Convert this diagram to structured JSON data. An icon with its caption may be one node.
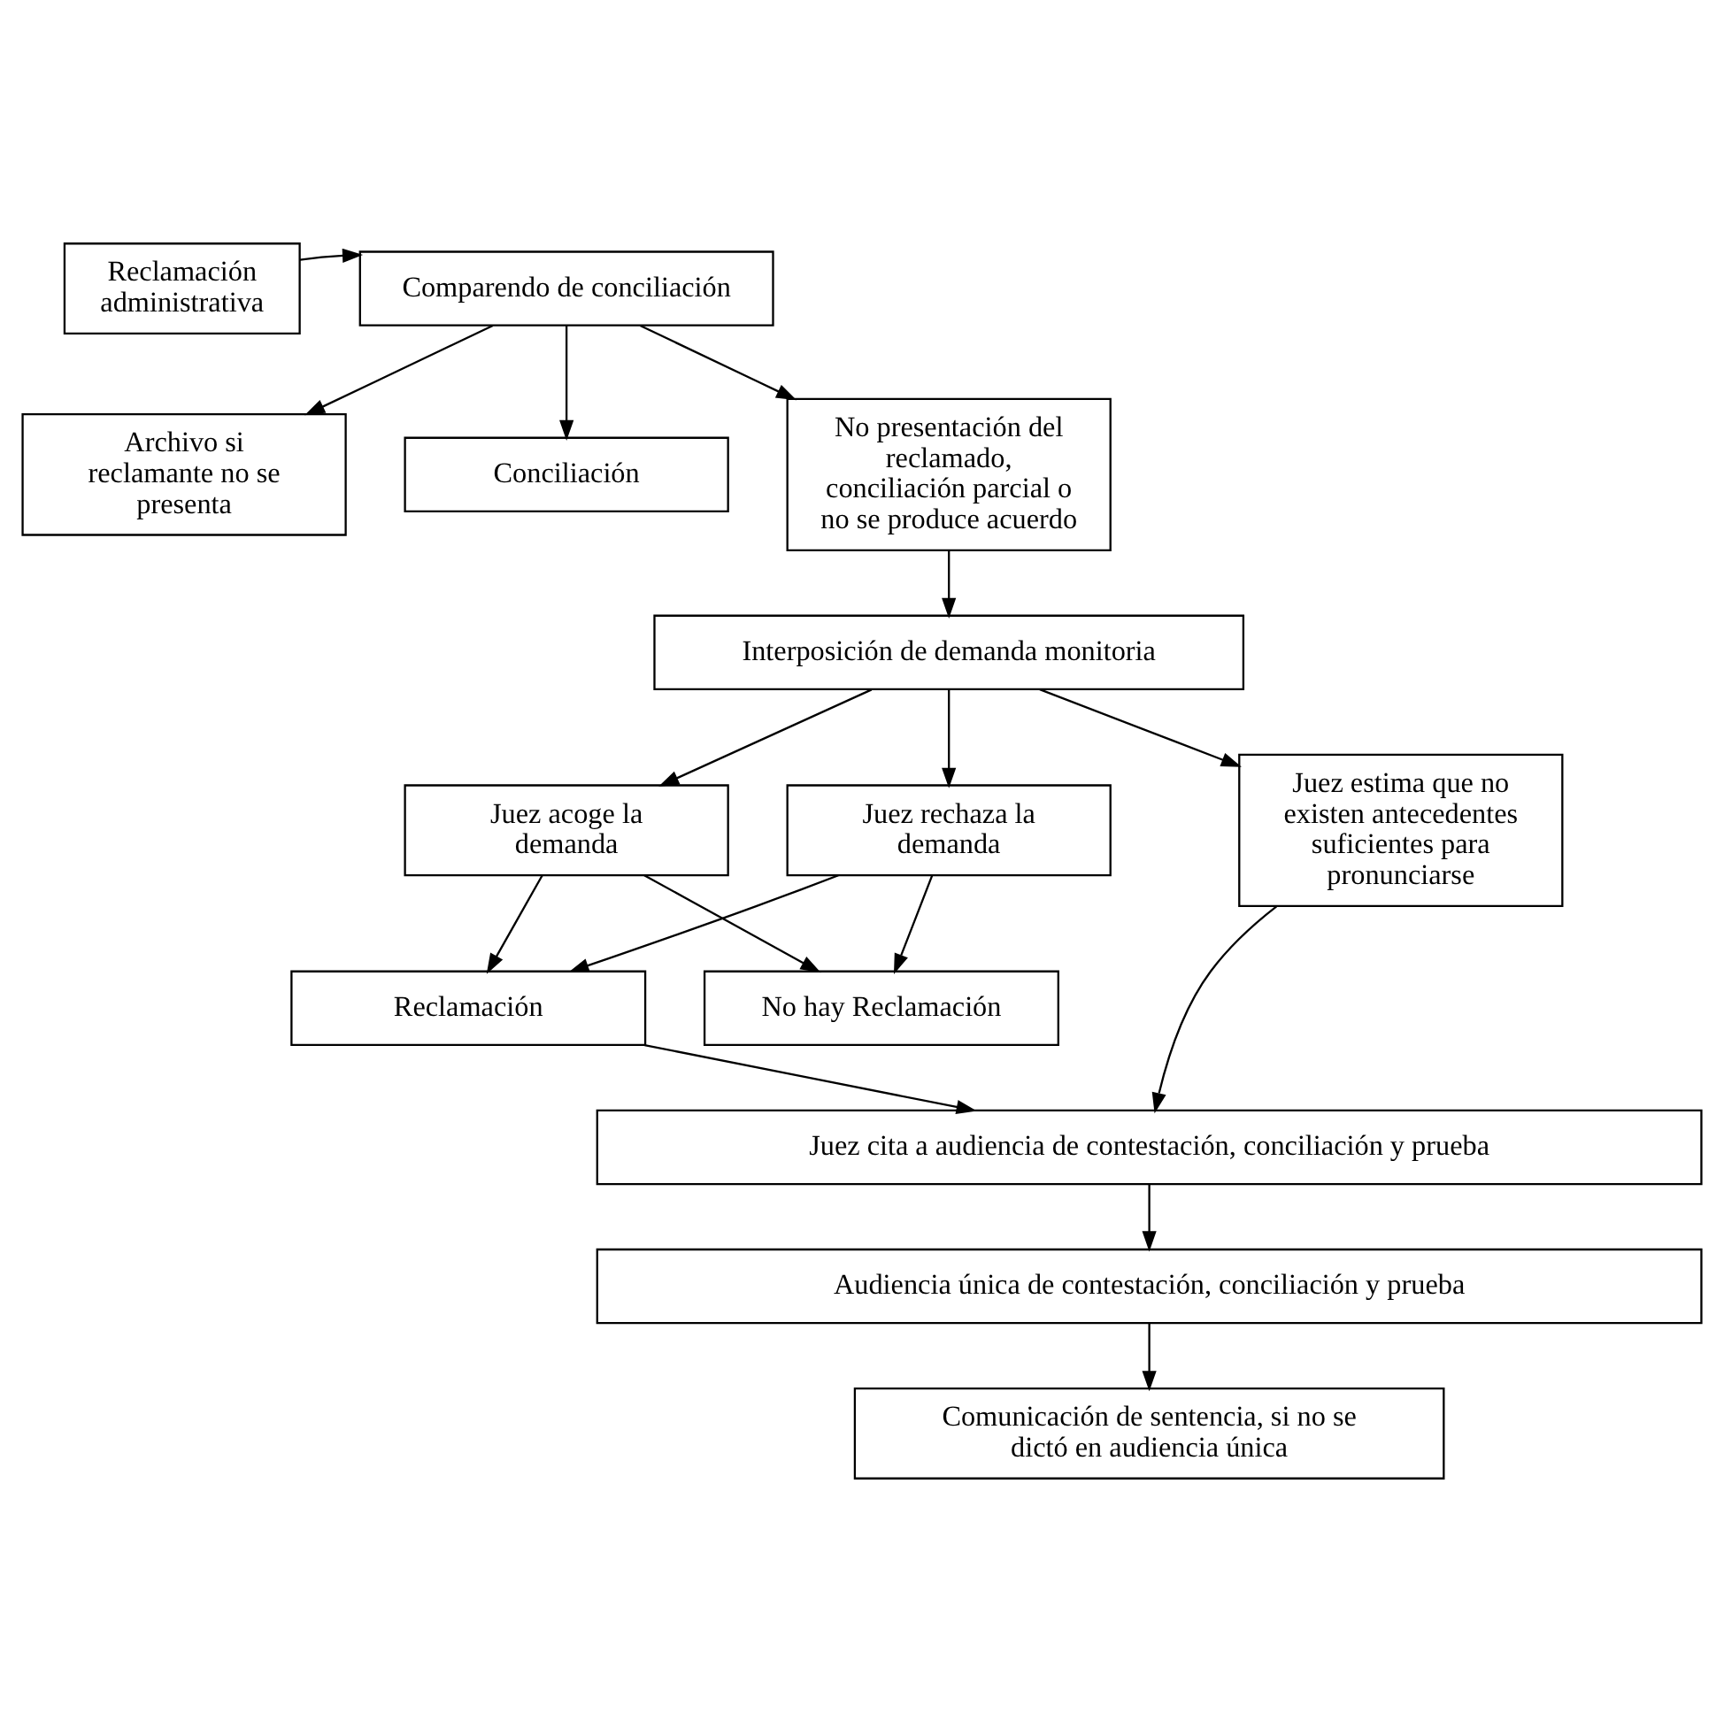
{
  "diagram": {
    "nodes": [
      {
        "text": [
          "Reclamación administrativa"
        ]
      },
      {
        "text": [
          "Comparendo de conciliación"
        ]
      },
      {
        "text": [
          "Archivo si reclamante no se presenta"
        ]
      },
      {
        "text": [
          "Conciliación"
        ]
      },
      {
        "text": [
          "No presentación del reclamado, conciliación parcial o no se produce acuerdo"
        ]
      },
      {
        "text": [
          "Interposición de demanda monitoria"
        ]
      },
      {
        "text": [
          "Juez acoge la demanda"
        ]
      },
      {
        "text": [
          "Juez rechaza la demanda"
        ]
      },
      {
        "text": [
          "Juez estima que no existen antecedentes suficientes para pronunciarse"
        ]
      },
      {
        "text": [
          "Reclamación"
        ]
      },
      {
        "text": [
          "No hay Reclamación"
        ]
      },
      {
        "text": [
          "Juez cita a audiencia de contestación, conciliación y prueba"
        ]
      },
      {
        "text": [
          "Audiencia única de contestación, conciliación y prueba"
        ]
      },
      {
        "text": [
          "Comunicación de sentencia, si no se dictó en audiencia única"
        ]
      }
    ],
    "edges": [
      {
        "from": 0,
        "to": 1,
        "arrow": "to"
      },
      {
        "from": 1,
        "to": 2,
        "arrow": "to"
      },
      {
        "from": 1,
        "to": 3,
        "arrow": "to"
      },
      {
        "from": 1,
        "to": 4,
        "arrow": "to"
      },
      {
        "from": 4,
        "to": 5,
        "arrow": "to"
      },
      {
        "from": 5,
        "to": 6,
        "arrow": "to"
      },
      {
        "from": 5,
        "to": 7,
        "arrow": "to"
      },
      {
        "from": 5,
        "to": 8,
        "arrow": "to"
      },
      {
        "from": 6,
        "to": 9,
        "arrow": "to"
      },
      {
        "from": 6,
        "to": 10,
        "arrow": "to"
      },
      {
        "from": 7,
        "to": 9,
        "arrow": "to"
      },
      {
        "from": 7,
        "to": 10,
        "arrow": "to"
      },
      {
        "from": 9,
        "to": 11,
        "arrow": "to"
      },
      {
        "from": 8,
        "to": 11,
        "arrow": "to"
      },
      {
        "from": 11,
        "to": 12,
        "arrow": "to"
      },
      {
        "from": 12,
        "to": 13,
        "arrow": "to"
      }
    ]
  }
}
